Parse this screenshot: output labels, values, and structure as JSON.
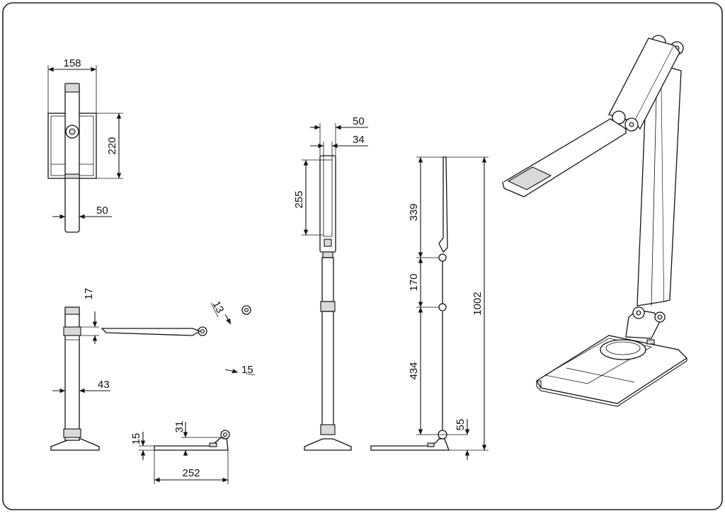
{
  "drawing": {
    "title": "",
    "border_color": "#222222",
    "line_color": "#111111"
  },
  "dimensions": {
    "top_width": "158",
    "top_base_depth": "220",
    "top_arm_width": "50",
    "front_head_width": "50",
    "front_head_inner": "34",
    "front_head_length": "255",
    "side_head_thickness": "17",
    "side_column_width": "43",
    "side_base_height": "15",
    "side_base_total": "31",
    "side_base_depth": "252",
    "arm_joint": "13",
    "arm_thickness": "15",
    "profile_head": "339",
    "profile_upper_arm": "170",
    "profile_lower_arm": "434",
    "profile_base": "55",
    "profile_total": "1002"
  }
}
